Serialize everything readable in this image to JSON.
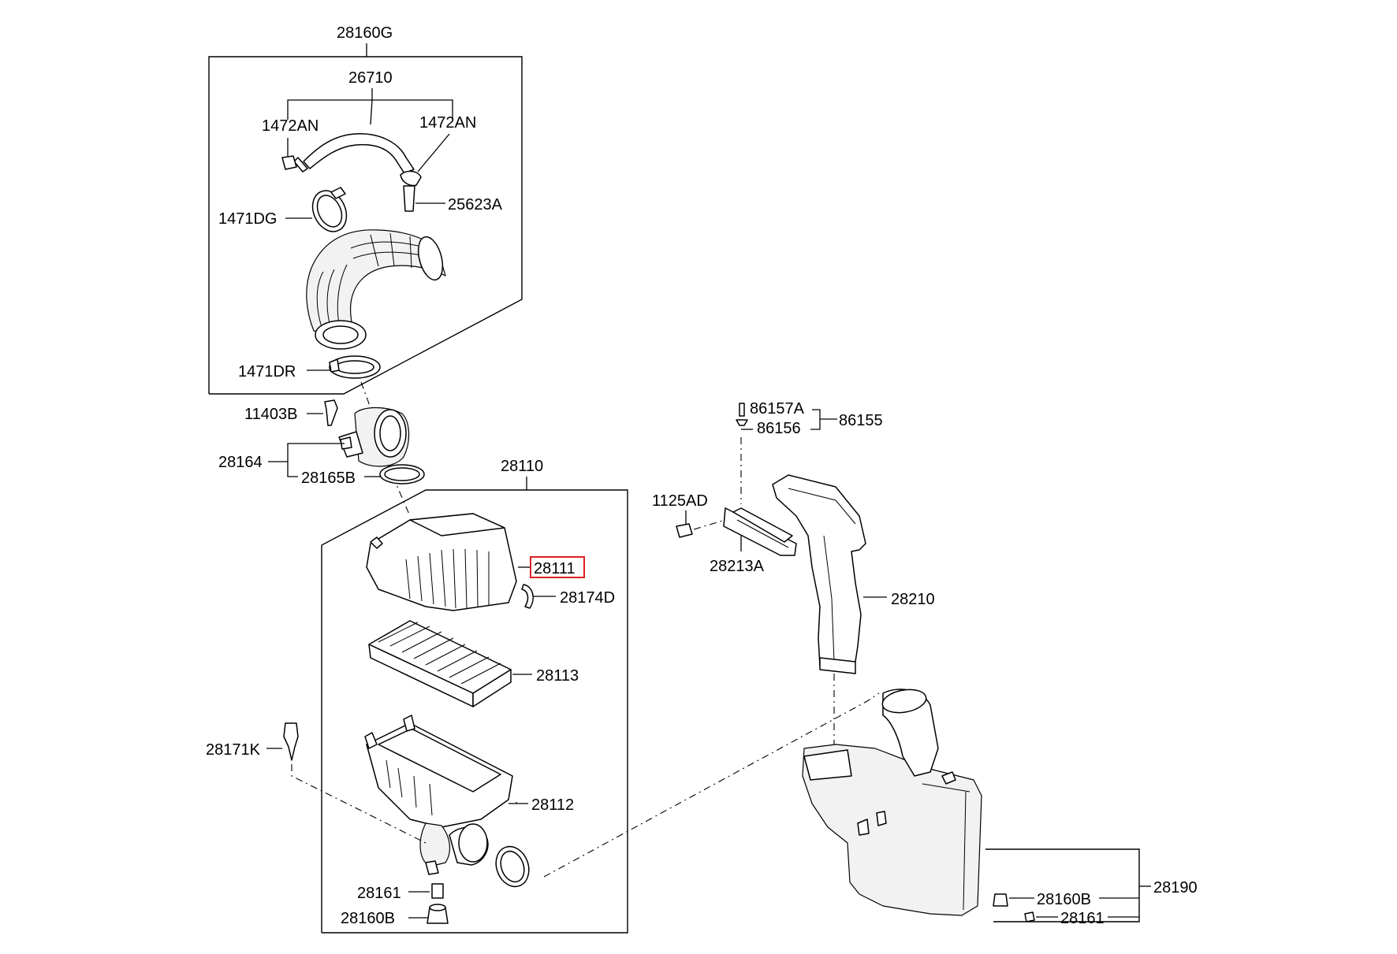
{
  "highlight_color": "#e02020",
  "labels": {
    "p28160G": "28160G",
    "p26710": "26710",
    "p1472AN_left": "1472AN",
    "p1472AN_right": "1472AN",
    "p25623A": "25623A",
    "p1471DG": "1471DG",
    "p1471DR": "1471DR",
    "p11403B": "11403B",
    "p28164": "28164",
    "p28165B": "28165B",
    "p28110": "28110",
    "p28111": "28111",
    "p28174D": "28174D",
    "p28113": "28113",
    "p28171K": "28171K",
    "p28112": "28112",
    "p28161_left": "28161",
    "p28160B_left": "28160B",
    "p86157A": "86157A",
    "p86156": "86156",
    "p86155": "86155",
    "p1125AD": "1125AD",
    "p28213A": "28213A",
    "p28210": "28210",
    "p28190": "28190",
    "p28160B_right": "28160B",
    "p28161_right": "28161"
  },
  "highlighted_part": "28111"
}
